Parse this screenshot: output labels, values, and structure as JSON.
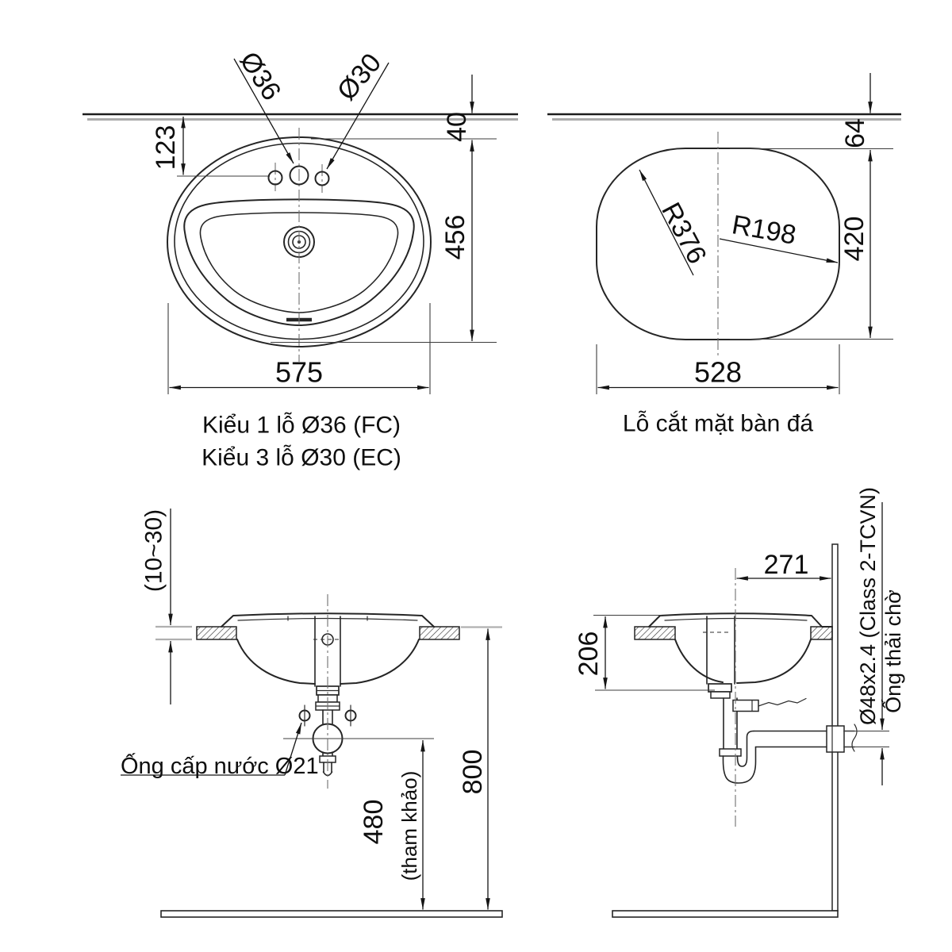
{
  "drawing": {
    "plan_view": {
      "hole_center_label": "Ø36",
      "hole_side_label": "Ø30",
      "dim_hole_offset": "123",
      "dim_front_gap": "40",
      "dim_depth": "456",
      "dim_width": "575",
      "caption_line1": "Kiểu 1 lỗ Ø36 (FC)",
      "caption_line2": "Kiểu 3 lỗ Ø30 (EC)"
    },
    "cutout_view": {
      "radius_side": "R376",
      "radius_corner": "R198",
      "dim_front_gap": "64",
      "dim_depth": "420",
      "dim_width": "528",
      "caption": "Lỗ cắt mặt bàn đá"
    },
    "front_section": {
      "dim_counter_thickness": "(10~30)",
      "supply_pipe_label": "Ống cấp nước Ø21",
      "dim_supply_height": "480",
      "dim_supply_note": "(tham khảo)",
      "dim_rim_height": "800"
    },
    "side_section": {
      "dim_center_to_wall": "271",
      "dim_bowl_depth": "206",
      "waste_pipe_spec": "Ø48x2.4 (Class 2-TCVN)",
      "waste_pipe_label": "Ống thải chờ"
    },
    "colors": {
      "line": "#252525",
      "text": "#0e0e0e",
      "background": "#ffffff"
    }
  }
}
